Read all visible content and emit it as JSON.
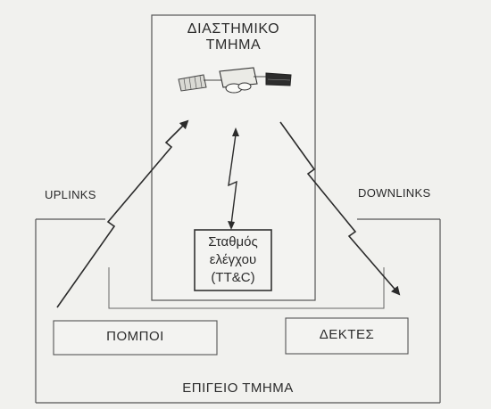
{
  "space_segment": {
    "title_line1": "ΔΙΑΣΤΗΜΙΚΟ",
    "title_line2": "ΤΜΗΜΑ"
  },
  "control_station": {
    "line1": "Σταθμός",
    "line2": "ελέγχου",
    "line3": "(TT&C)"
  },
  "links": {
    "uplinks": "UPLINKS",
    "downlinks": "DOWNLINKS"
  },
  "ground_segment": {
    "title": "ΕΠΙΓΕΙΟ ΤΜΗΜΑ",
    "transmitters": "ΠΟΜΠΟΙ",
    "receivers": "ΔΕΚΤΕΣ"
  },
  "icons": {
    "satellite": "satellite-icon",
    "link_arrow": "lightning-arrow-icon"
  }
}
